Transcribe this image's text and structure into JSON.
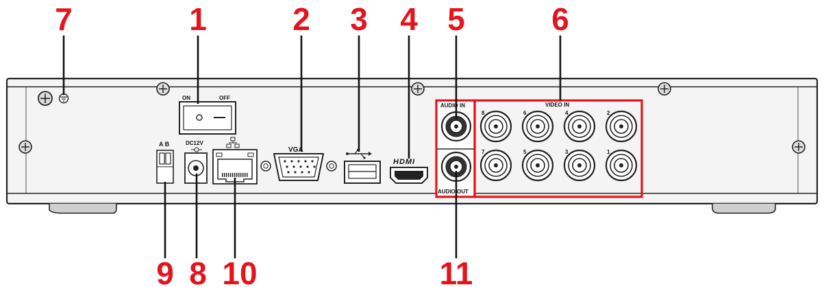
{
  "callouts": {
    "c1": "1",
    "c2": "2",
    "c3": "3",
    "c4": "4",
    "c5": "5",
    "c6": "6",
    "c7": "7",
    "c8": "8",
    "c9": "9",
    "c10": "10",
    "c11": "11"
  },
  "labels": {
    "switch_on": "ON",
    "switch_off": "OFF",
    "rs485": "A B",
    "dc": "DC12V",
    "vga": "VGA",
    "hdmi": "HDMI",
    "audio_in": "AUDIO IN",
    "audio_out": "AUDIO OUT",
    "video_in": "VIDEO IN",
    "video_ch": [
      "8",
      "6",
      "4",
      "2",
      "7",
      "5",
      "3",
      "1"
    ]
  },
  "colors": {
    "callout": "#e4141e",
    "line": "#111111"
  },
  "icons": {
    "usb": "usb-icon",
    "dc_polarity": "dc-polarity-icon",
    "network": "network-icon",
    "ground": "ground-icon"
  }
}
